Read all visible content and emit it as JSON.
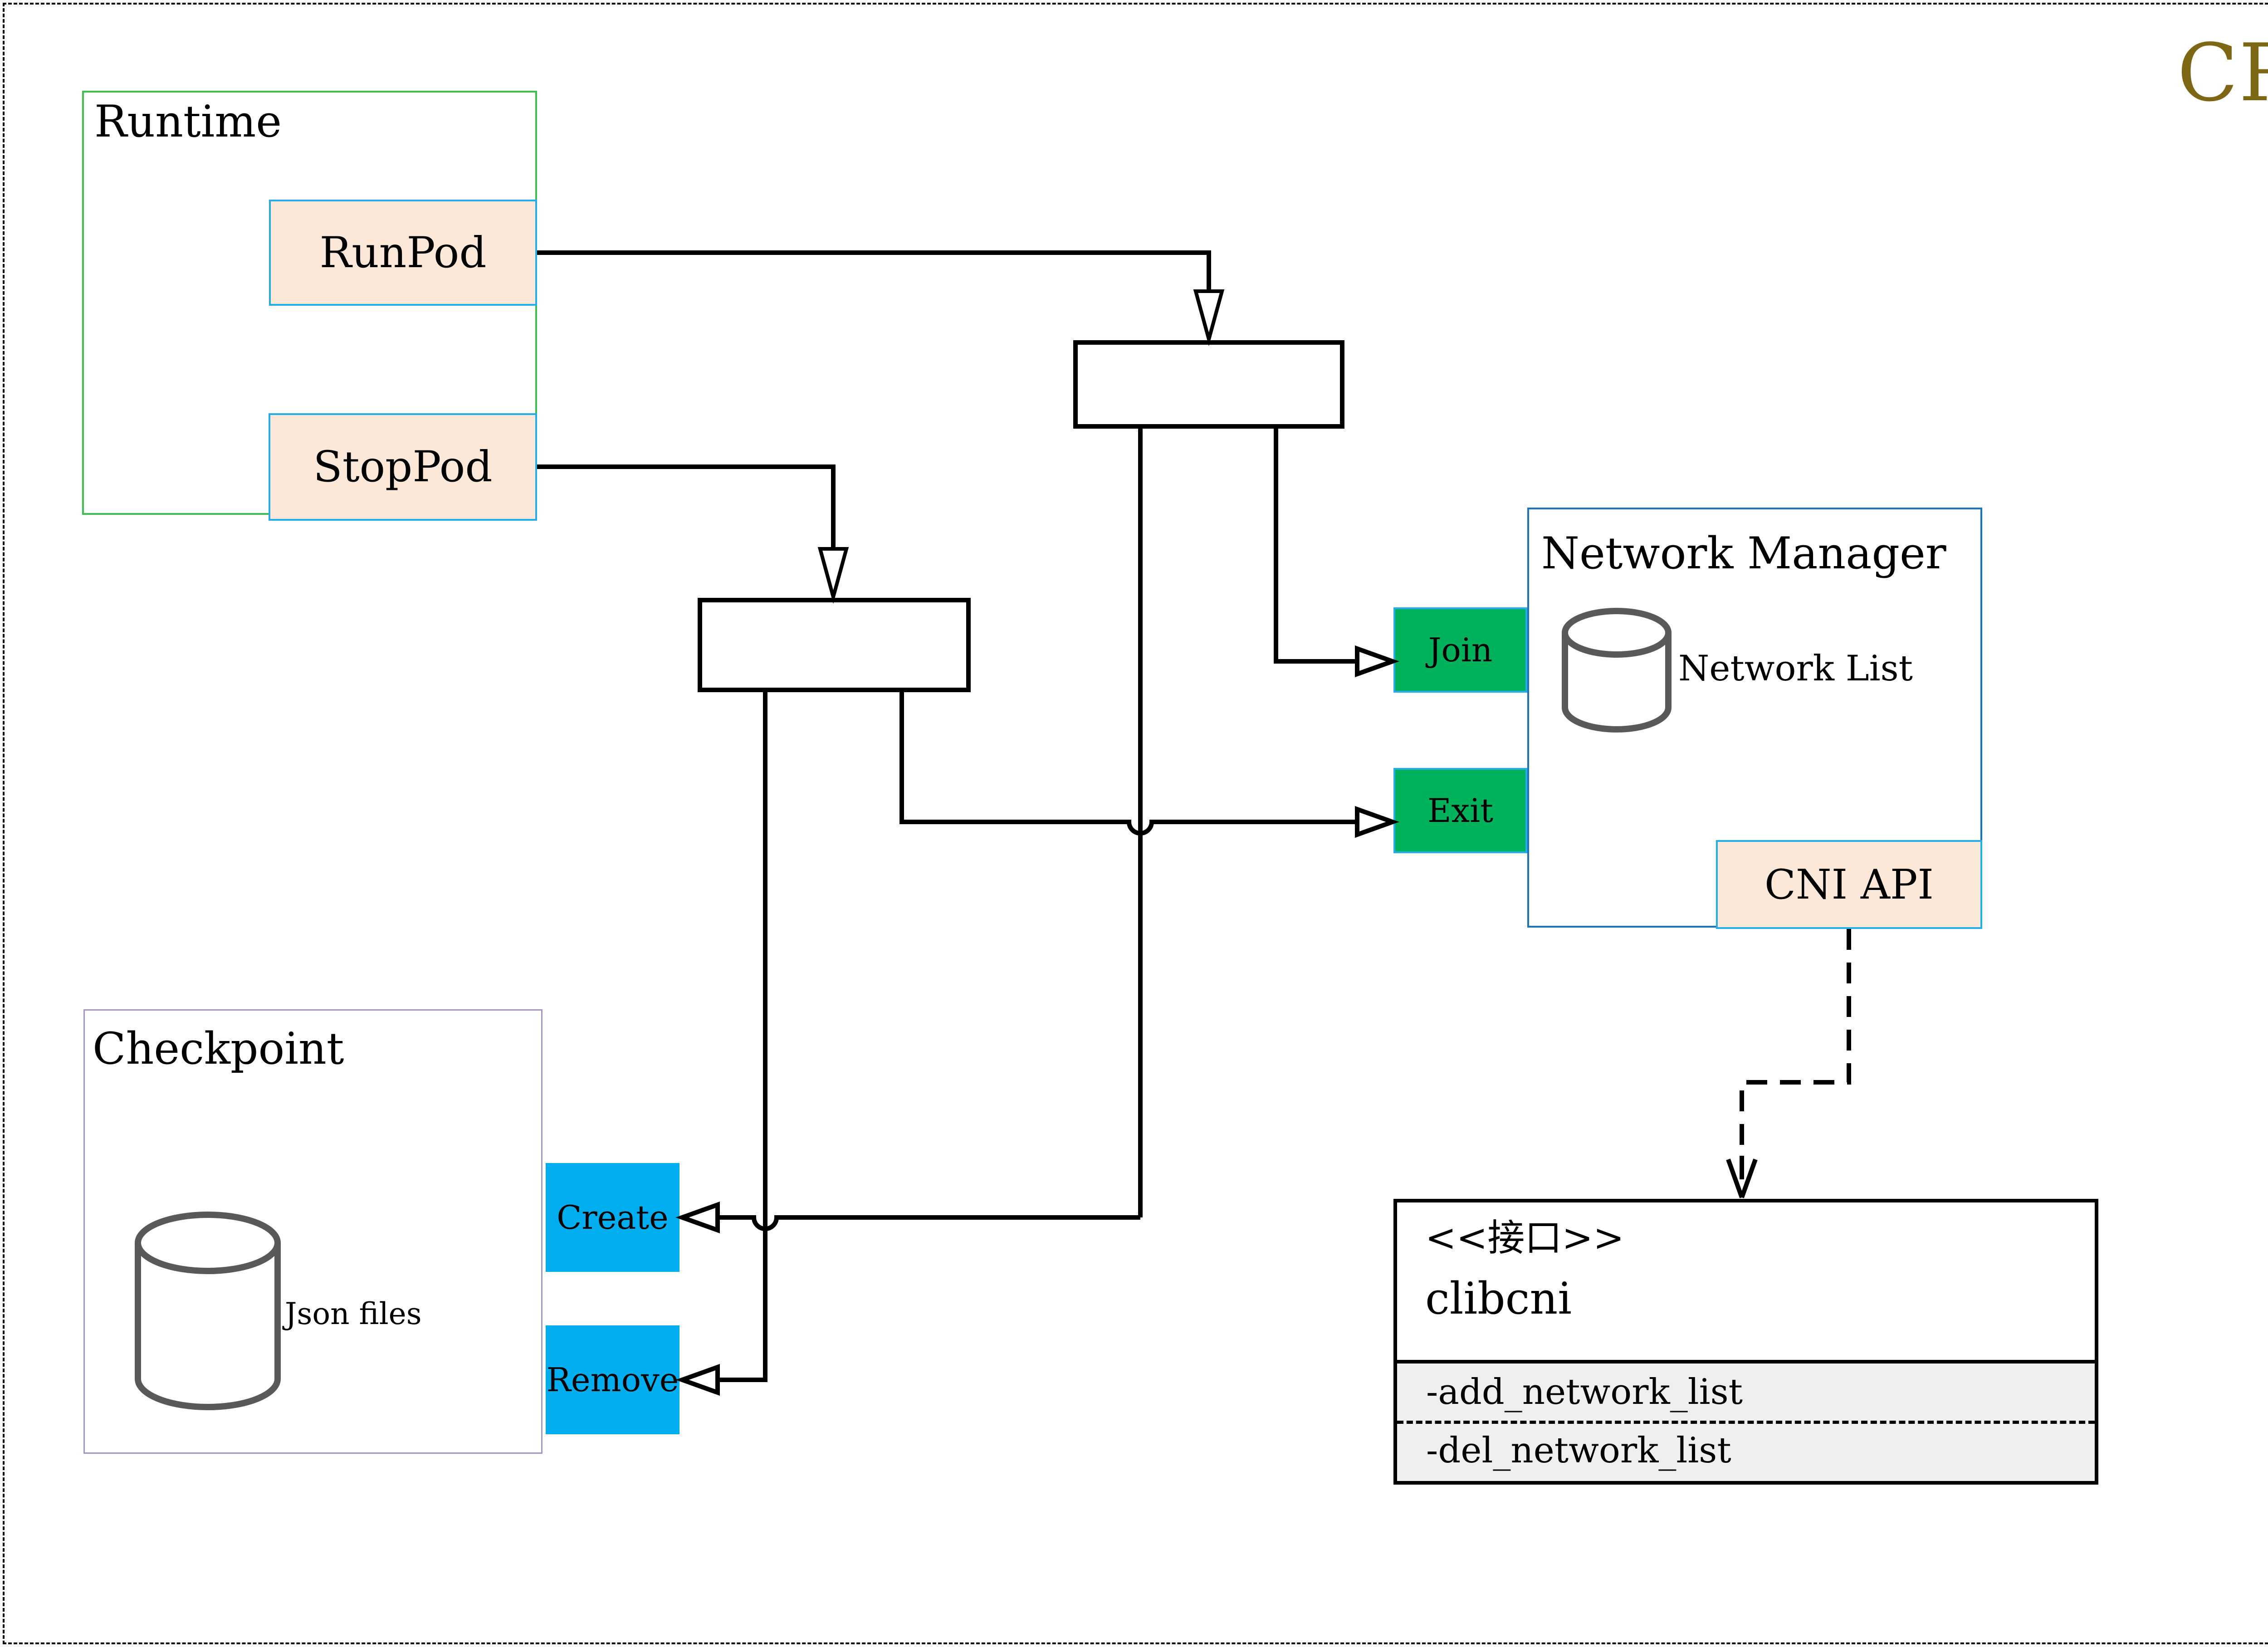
{
  "title": {
    "label": "CRI"
  },
  "colors": {
    "gold": "#7d6614",
    "line": "#000000",
    "runtime_border": "#3fbf4f",
    "action_border": "#25ade8",
    "action_fill": "#fbe8d9",
    "green_fill": "#00b15b",
    "cyan_fill": "#00aeef",
    "nm_border": "#1e73be",
    "checkpoint_border": "#a593c7",
    "cylinder": "#58595b",
    "attr_bg": "#efefef"
  },
  "runtime": {
    "title": "Runtime",
    "buttons": [
      {
        "label": "RunPod"
      },
      {
        "label": "StopPod"
      }
    ]
  },
  "checkpoint": {
    "title": "Checkpoint",
    "datastore": "Json files",
    "buttons": [
      {
        "label": "Create"
      },
      {
        "label": "Remove"
      }
    ]
  },
  "network_manager": {
    "title": "Network Manager",
    "datastore": "Network List",
    "buttons": [
      {
        "label": "Join"
      },
      {
        "label": "Exit"
      }
    ],
    "api": "CNI API"
  },
  "interface_class": {
    "stereotype": "<<接口>>",
    "name": "clibcni",
    "attributes": [
      {
        "label": "-add_network_list"
      },
      {
        "label": "-del_network_list"
      }
    ]
  }
}
